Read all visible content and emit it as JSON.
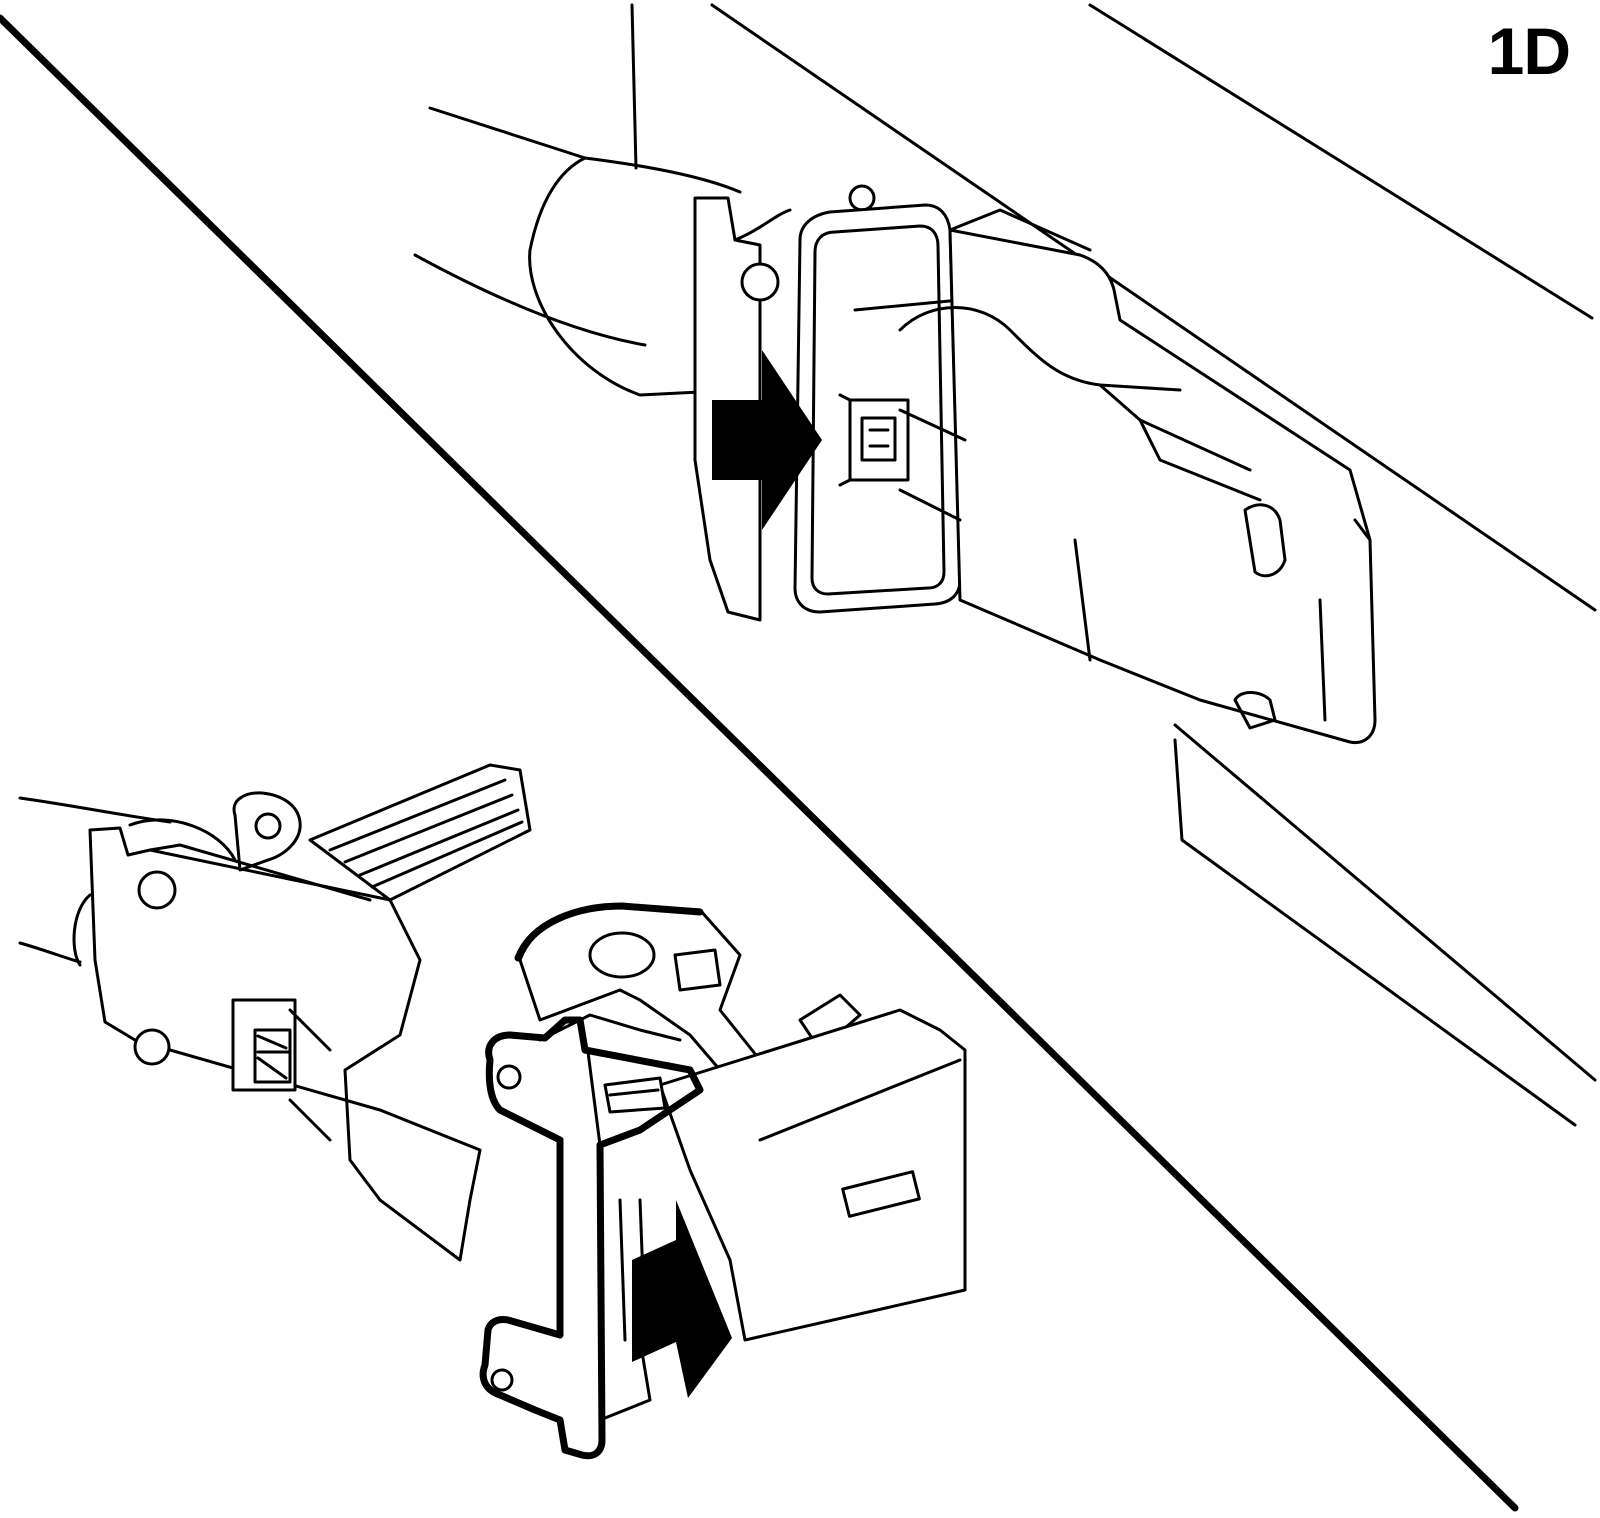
{
  "figure": {
    "label": "1D",
    "palette": {
      "line": "#000000",
      "background": "#ffffff"
    }
  },
  "views": {
    "upper": {
      "description_icon": "connector-installed-in-bracket",
      "arrow": "push-in-arrow-icon"
    },
    "lower": {
      "description_icon": "connector-with-lock-lever",
      "arrow": "pull-lock-arrow-icon"
    }
  }
}
